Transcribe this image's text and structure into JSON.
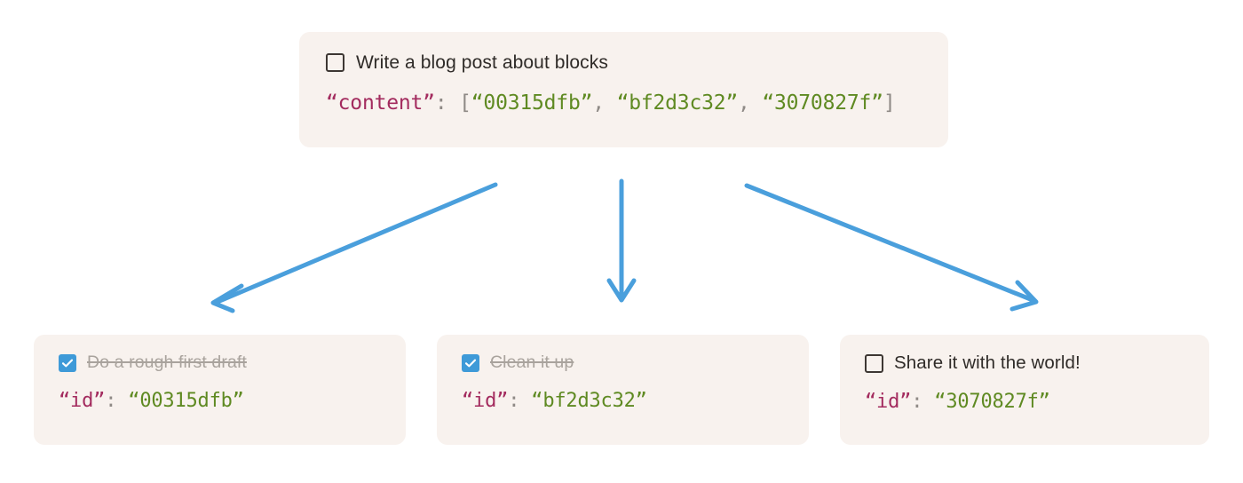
{
  "diagram": {
    "accent_color": "#4a9fdc",
    "card_background": "#f8f2ee",
    "json_key_color": "#a32b5e",
    "json_value_color": "#5f8a22",
    "json_punct_color": "#8f8a86",
    "checkbox_checked_color": "#3e9ad8",
    "done_text_color": "#a9a39d"
  },
  "root": {
    "checkbox_state": "unchecked",
    "checkbox_icon": "checkbox-empty-icon",
    "task_label": "Write a blog post about blocks",
    "json": {
      "key": "“content”",
      "colon": ":",
      "open_bracket": " [",
      "values": [
        "“00315dfb”",
        "“bf2d3c32”",
        "“3070827f”"
      ],
      "separator": ", ",
      "close_bracket": "]"
    }
  },
  "children": [
    {
      "checkbox_state": "checked",
      "checkbox_icon": "checkbox-checked-icon",
      "task_label": "Do a rough first draft",
      "done": true,
      "json": {
        "key": "“id”",
        "colon": ":",
        "value": "“00315dfb”"
      }
    },
    {
      "checkbox_state": "checked",
      "checkbox_icon": "checkbox-checked-icon",
      "task_label": "Clean it up",
      "done": true,
      "json": {
        "key": "“id”",
        "colon": ":",
        "value": "“bf2d3c32”"
      }
    },
    {
      "checkbox_state": "unchecked",
      "checkbox_icon": "checkbox-empty-icon",
      "task_label": "Share it with the world!",
      "done": false,
      "json": {
        "key": "“id”",
        "colon": ":",
        "value": "“3070827f”"
      }
    }
  ],
  "arrows": [
    {
      "name": "arrow-to-first-child",
      "direction": "down-left"
    },
    {
      "name": "arrow-to-second-child",
      "direction": "down"
    },
    {
      "name": "arrow-to-third-child",
      "direction": "down-right"
    }
  ]
}
